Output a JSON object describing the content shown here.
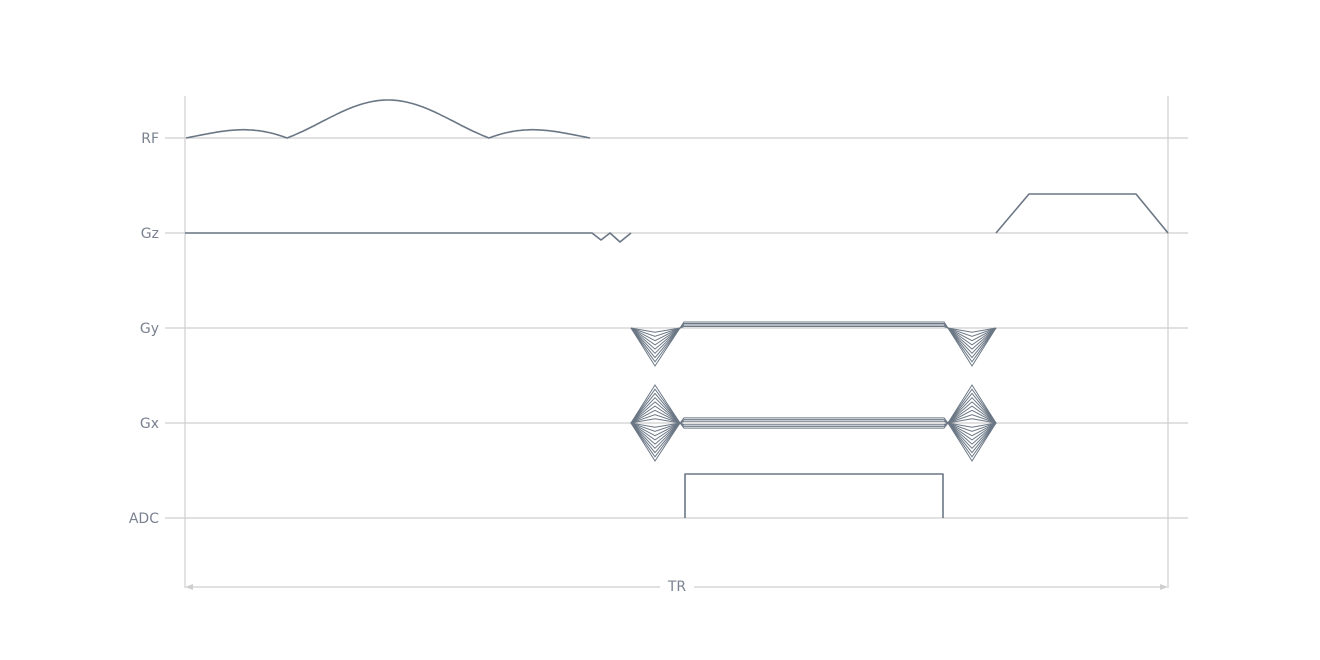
{
  "rows": [
    {
      "id": "rf",
      "label": "RF"
    },
    {
      "id": "gz",
      "label": "Gz"
    },
    {
      "id": "gy",
      "label": "Gy"
    },
    {
      "id": "gx",
      "label": "Gx"
    },
    {
      "id": "adc",
      "label": "ADC"
    }
  ],
  "interval": {
    "label": "TR"
  },
  "phase_encode_steps": 9,
  "colors": {
    "waveform": "#6b7785",
    "axis": "#cfcfcf",
    "label": "#7a8290"
  }
}
